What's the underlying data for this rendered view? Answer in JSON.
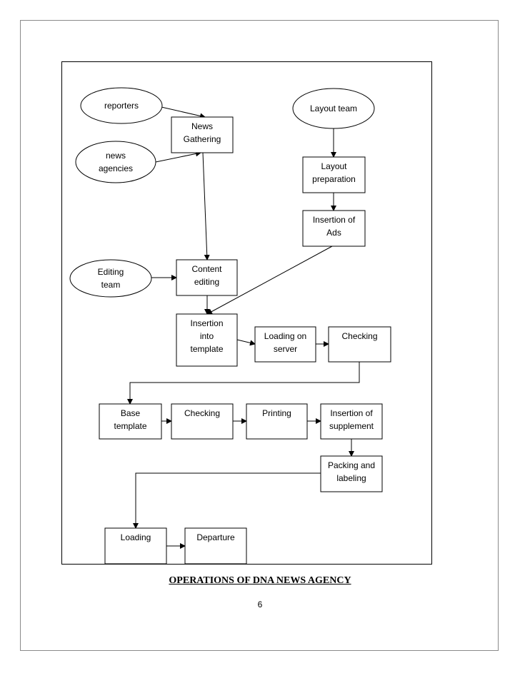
{
  "nodes": [
    {
      "id": "reporters",
      "shape": "ellipse",
      "lines": [
        "reporters"
      ]
    },
    {
      "id": "news-gathering",
      "shape": "rect",
      "lines": [
        "News",
        "Gathering"
      ]
    },
    {
      "id": "news-agencies",
      "shape": "ellipse",
      "lines": [
        "news",
        "agencies"
      ]
    },
    {
      "id": "layout-team",
      "shape": "ellipse",
      "lines": [
        "Layout team"
      ]
    },
    {
      "id": "layout-preparation",
      "shape": "rect",
      "lines": [
        "Layout",
        "preparation"
      ]
    },
    {
      "id": "insertion-of-ads",
      "shape": "rect",
      "lines": [
        "Insertion of",
        "Ads"
      ]
    },
    {
      "id": "editing-team",
      "shape": "ellipse",
      "lines": [
        "Editing",
        "team"
      ]
    },
    {
      "id": "content-editing",
      "shape": "rect",
      "lines": [
        "Content",
        "editing"
      ]
    },
    {
      "id": "insertion-into-template",
      "shape": "rect",
      "lines": [
        "Insertion",
        "into",
        "template"
      ]
    },
    {
      "id": "loading-on-server",
      "shape": "rect",
      "lines": [
        "Loading on",
        "server"
      ]
    },
    {
      "id": "checking-1",
      "shape": "rect",
      "lines": [
        "Checking"
      ]
    },
    {
      "id": "base-template",
      "shape": "rect",
      "lines": [
        "Base",
        "template"
      ]
    },
    {
      "id": "checking-2",
      "shape": "rect",
      "lines": [
        "Checking"
      ]
    },
    {
      "id": "printing",
      "shape": "rect",
      "lines": [
        "Printing"
      ]
    },
    {
      "id": "insertion-of-supplement",
      "shape": "rect",
      "lines": [
        "Insertion of",
        "supplement"
      ]
    },
    {
      "id": "packing-and-labeling",
      "shape": "rect",
      "lines": [
        "Packing and",
        "labeling"
      ]
    },
    {
      "id": "loading",
      "shape": "rect",
      "lines": [
        "Loading"
      ]
    },
    {
      "id": "departure",
      "shape": "rect",
      "lines": [
        "Departure"
      ]
    }
  ],
  "edges": [
    {
      "from": "reporters",
      "to": "news-gathering"
    },
    {
      "from": "news-agencies",
      "to": "news-gathering"
    },
    {
      "from": "news-gathering",
      "to": "content-editing"
    },
    {
      "from": "layout-team",
      "to": "layout-preparation"
    },
    {
      "from": "layout-preparation",
      "to": "insertion-of-ads"
    },
    {
      "from": "insertion-of-ads",
      "to": "insertion-into-template"
    },
    {
      "from": "editing-team",
      "to": "content-editing"
    },
    {
      "from": "content-editing",
      "to": "insertion-into-template"
    },
    {
      "from": "insertion-into-template",
      "to": "loading-on-server"
    },
    {
      "from": "loading-on-server",
      "to": "checking-1"
    },
    {
      "from": "checking-1",
      "to": "base-template"
    },
    {
      "from": "base-template",
      "to": "checking-2"
    },
    {
      "from": "checking-2",
      "to": "printing"
    },
    {
      "from": "printing",
      "to": "insertion-of-supplement"
    },
    {
      "from": "insertion-of-supplement",
      "to": "packing-and-labeling"
    },
    {
      "from": "packing-and-labeling",
      "to": "loading"
    },
    {
      "from": "loading",
      "to": "departure"
    }
  ],
  "caption": "OPERATIONS OF DNA NEWS AGENCY",
  "page_number": "6"
}
